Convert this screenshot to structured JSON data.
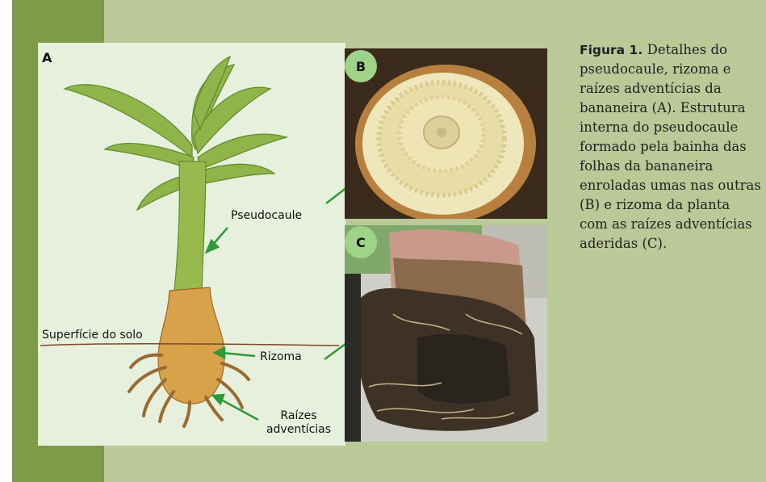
{
  "figure": {
    "panel_a_letter": "A",
    "panel_b_letter": "B",
    "panel_c_letter": "C",
    "labels": {
      "pseudocaule": "Pseudocaule",
      "superficie": "Superfície do solo",
      "rizoma": "Rizoma",
      "raizes_line1": "Raízes",
      "raizes_line2": "adventícias"
    }
  },
  "caption": {
    "title": "Figura 1.",
    "text": "Detalhes do pseudocaule, rizoma e raízes adventícias da bananeira (A). Estrutura interna do pseudocaule formado pela bainha das folhas da bananeira enroladas umas nas outras (B) e rizoma da planta com as raízes adventícias aderidas (C)."
  },
  "colors": {
    "panel_bg": "#bbc897",
    "side_strip": "#7f9a48",
    "figure_bg": "#e7efdd",
    "arrow_green": "#2e9a3a",
    "badge": "#9fd38a"
  }
}
